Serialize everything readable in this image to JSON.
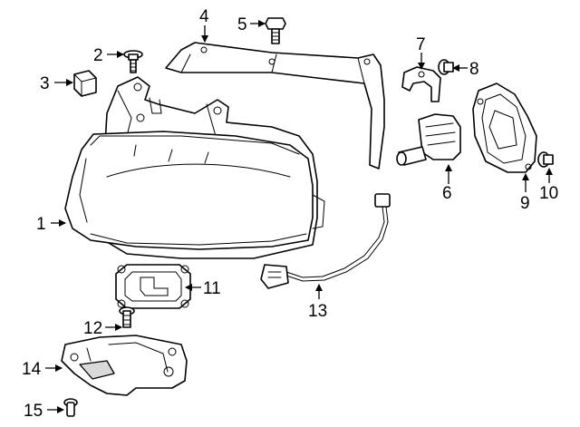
{
  "callouts": {
    "c1": "1",
    "c2": "2",
    "c3": "3",
    "c4": "4",
    "c5": "5",
    "c6": "6",
    "c7": "7",
    "c8": "8",
    "c9": "9",
    "c10": "10",
    "c11": "11",
    "c12": "12",
    "c13": "13",
    "c14": "14",
    "c15": "15"
  },
  "colors": {
    "line": "#000000",
    "background": "#ffffff",
    "shade": "#d9d9d9"
  }
}
